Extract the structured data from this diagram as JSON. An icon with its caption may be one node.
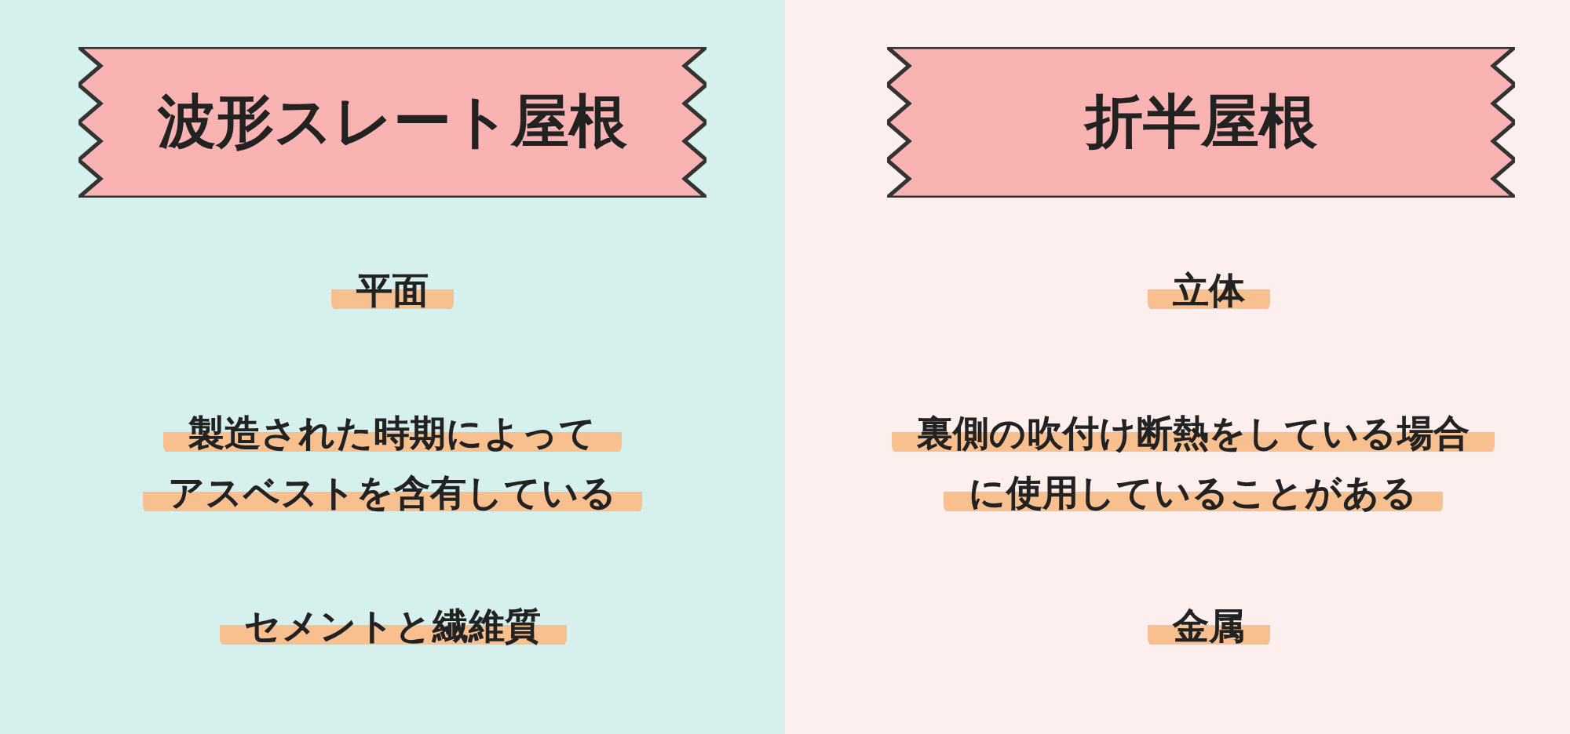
{
  "diagram": {
    "nodes": [
      {
        "text": [
          "波形スレート屋根"
        ]
      },
      {
        "text": [
          "平面"
        ]
      },
      {
        "text": [
          "製造された時期によってアスベストを含有している"
        ]
      },
      {
        "text": [
          "セメントと繊維質"
        ]
      },
      {
        "text": [
          "折半屋根"
        ]
      },
      {
        "text": [
          "立体"
        ]
      },
      {
        "text": [
          "裏側の吹付け断熱をしている場合に使用していることがある"
        ]
      },
      {
        "text": [
          "金属"
        ]
      }
    ]
  }
}
